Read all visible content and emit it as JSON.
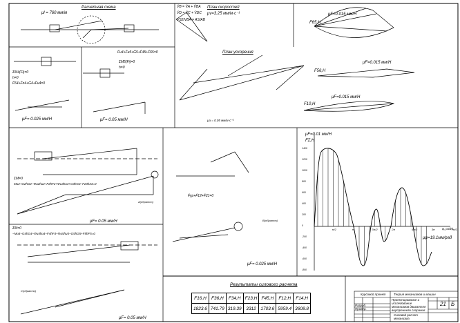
{
  "scheme": {
    "title": "Расчетная схема",
    "scale": "μl = 760 мм/м"
  },
  "velocity_plan": {
    "title": "План скоростей",
    "scale": "μv=3.25 мм/м·c⁻¹",
    "eq1": "V̄B = V̄A + V̄BA",
    "eq2": "V̄D = V̄C + V̄DC",
    "eq3": "VS2/VBA = AS/AB"
  },
  "accel_plan": {
    "title": "План ускорения",
    "scale": "μa = 0.05 мм/м·c⁻²"
  },
  "force_polygons": [
    {
      "label": "F65,H",
      "scale": "μF=0.015 мм/Н"
    },
    {
      "label": "F56,H",
      "scale": "μF=0.015 мм/Н"
    },
    {
      "label": "F10,H",
      "scale": "μF=0.015 мм/Н"
    }
  ],
  "group_left": {
    "eq1": "ΣM4(Fi)=0",
    "eq2": "h=0",
    "eq3": "F̄54+F̄n4+Ḡ4+F̄и4=0",
    "scale": "μF= 0.025 мм/Н"
  },
  "group_mid": {
    "eq1": "F̄u4+F̄u5+Ḡ5+F̄45+F̄65=0",
    "eq2": "ΣM5(Fi)=0",
    "eq3": "h=0",
    "scale": "μF= 0.05 мм/Н"
  },
  "group_23": {
    "eq1": "ΣM=0",
    "eq2": "Mи2+G2hG2−Φи2hи2+F2hF2+Φи3hи3+G3hG3−F23h23=0",
    "scale": "μF= 0.05 мм/Н",
    "label_a": "A(обратно)"
  },
  "crank": {
    "eq": "F̄ур+F̄12+F̄21=0",
    "scale": "μF= 0.025 мм/Н",
    "label_b": "B(обратно)"
  },
  "group_45": {
    "eq1": "ΣM=0",
    "eq2": "−Mи4−G4hG4−Φи4hи4−F4hF4+Φи5hи5−G5hG5+F5hF5=0",
    "scale": "μF= 0.05 мм/Н",
    "label_c": "C(обратно)"
  },
  "graph": {
    "scale": "μF=0.01 мм/Н",
    "ylabel": "FΣ,H",
    "xlabel": "φ, рад/с",
    "xscale": "μφ=19.1мм/рад",
    "yticks": [
      "1400",
      "1200",
      "1000",
      "800",
      "600",
      "400",
      "200",
      "0",
      "-200",
      "-400",
      "-600",
      "-800"
    ],
    "xticks": [
      "π/2",
      "π",
      "3π/2",
      "2π",
      "5π/2",
      "3π",
      "7π/2"
    ]
  },
  "results": {
    "title": "Результаты силового расчета",
    "headers": [
      "F16,H",
      "F36,H",
      "F34,H",
      "F23,H",
      "F45,H",
      "F12,H",
      "F14,H"
    ],
    "values": [
      "1823.6",
      "741.79",
      "319.39",
      "3312",
      "1703.6",
      "5959.4",
      "3608.8"
    ]
  },
  "title_block": {
    "project": "Курсовой проект",
    "subject": "Теория механизмов и машин",
    "topic": "Проектирование и исследование механизмов двигателя внутреннего сгорания",
    "sheet_name": "Силовой расчет механизма",
    "number": "21",
    "letter": "Б",
    "roles": [
      "Разраб.",
      "Провер."
    ]
  }
}
